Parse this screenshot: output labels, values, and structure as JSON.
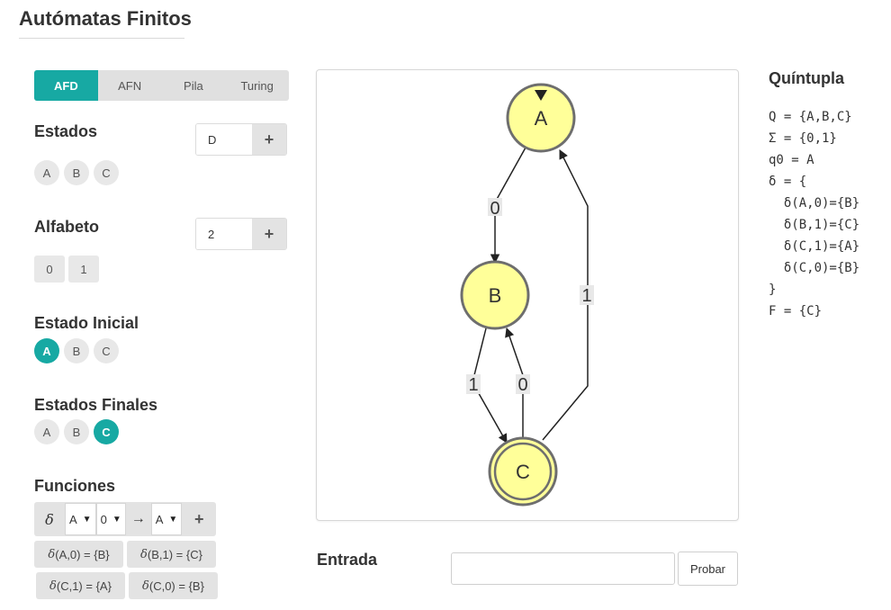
{
  "app": {
    "title": "Autómatas Finitos"
  },
  "tabs": [
    {
      "label": "AFD",
      "active": true
    },
    {
      "label": "AFN",
      "active": false
    },
    {
      "label": "Pila",
      "active": false
    },
    {
      "label": "Turing",
      "active": false
    }
  ],
  "estados": {
    "title": "Estados",
    "input_value": "D",
    "add_label": "+",
    "items": [
      "A",
      "B",
      "C"
    ]
  },
  "alfabeto": {
    "title": "Alfabeto",
    "input_value": "2",
    "add_label": "+",
    "items": [
      "0",
      "1"
    ]
  },
  "estado_inicial": {
    "title": "Estado Inicial",
    "items": [
      "A",
      "B",
      "C"
    ],
    "selected": "A"
  },
  "estados_finales": {
    "title": "Estados Finales",
    "items": [
      "A",
      "B",
      "C"
    ],
    "selected": "C"
  },
  "funciones": {
    "title": "Funciones",
    "delta_symbol": "δ",
    "from_state": "A",
    "symbol": "0",
    "arrow": "→",
    "to_state": "A",
    "add_label": "+",
    "transitions": [
      {
        "delta": "δ",
        "rest": "(A,0) = {B}"
      },
      {
        "delta": "δ",
        "rest": "(B,1) = {C}"
      },
      {
        "delta": "δ",
        "rest": "(C,1) = {A}"
      },
      {
        "delta": "δ",
        "rest": "(C,0) = {B}"
      }
    ]
  },
  "diagram": {
    "states": [
      "A",
      "B",
      "C"
    ],
    "initial": "A",
    "final": [
      "C"
    ],
    "edge_labels": {
      "a_to_b": "0",
      "c_to_a": "1",
      "b_to_c": "1",
      "c_to_b": "0"
    },
    "colors": {
      "node_fill": "#ffff99",
      "node_stroke": "#6e6e6e",
      "edge": "#222222",
      "label_bg": "#e8e8e8"
    }
  },
  "quintupla": {
    "title": "Quíntupla",
    "lines": [
      "Q = {A,B,C}",
      "Σ = {0,1}",
      "q0 = A",
      "δ = {",
      "  δ(A,0)={B}",
      "  δ(B,1)={C}",
      "  δ(C,1)={A}",
      "  δ(C,0)={B}",
      "}",
      "F = {C}"
    ]
  },
  "entrada": {
    "label": "Entrada",
    "input_value": "",
    "button_label": "Probar"
  },
  "colors": {
    "accent": "#17a9a3",
    "chip_bg": "#e8e8e8"
  }
}
